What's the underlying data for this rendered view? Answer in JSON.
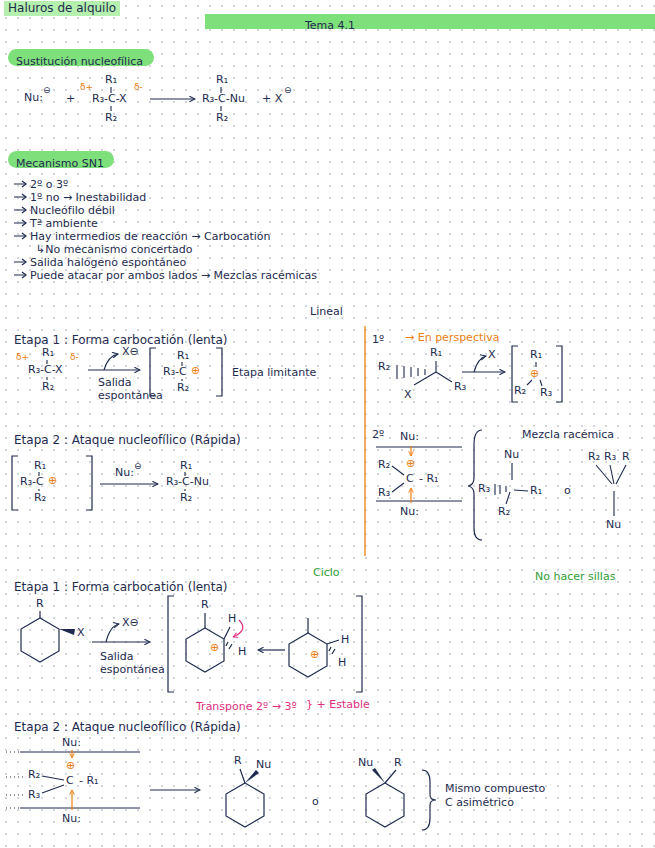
{
  "diagram": {
    "title": "Haluros de alquilo",
    "nodes": [
      {
        "text": [
          "Tema 4.1"
        ]
      },
      {
        "text": [
          "Sustitución nucleofílica"
        ]
      },
      {
        "text": [
          "Mecanismo SN1"
        ]
      }
    ],
    "labels": [
      "Nu:",
      "⊖",
      "+",
      "δ+",
      "R₁",
      "R₃-C-X",
      "δ-",
      "R₂",
      "R₁",
      "R₃-C-Nu",
      "R₂",
      "+ X",
      "⊖",
      "2º o 3º",
      "1º no → Inestabilidad",
      "Nucleófilo débil",
      "Tª ambiente",
      "Hay intermedios de reacción → Carbocatión",
      "↳No mecanismo concertado",
      "Salida halógeno espontáneo",
      "Puede atacar por ambos lados → Mezclas racémicas",
      "Lineal",
      "Etapa 1 : Forma carbocatión (lenta)",
      "δ+",
      "R₁",
      "R₃-C-X",
      "δ-",
      "R₂",
      "X⊖",
      "Salida espontánea",
      "R₁",
      "R₃-C",
      "⊕",
      "R₂",
      "Etapa limitante",
      "1º",
      "→ En perspectiva",
      "R₁",
      "R₂",
      "X",
      "R₃",
      "X",
      "R₁",
      "⊕",
      "R₂",
      "R₃",
      "Etapa 2 : Ataque nucleofílico (Rápida)",
      "R₁",
      "R₃-C",
      "⊕",
      "R₂",
      "Nu:",
      "⊖",
      "R₁",
      "R₃-C-Nu",
      "R₂",
      "2º",
      "Nu:",
      "⊕",
      "R₂",
      "C",
      "- R₁",
      "R₃",
      "Nu:",
      "Mezcla racémica",
      "Nu",
      "R₃",
      "R₂",
      "R₁",
      "o",
      "R₂",
      "R₃",
      "R",
      "Nu",
      "Ciclo",
      "No hacer sillas",
      "Etapa 1 : Forma carbocatión (lenta)",
      "R",
      "X",
      "X⊖",
      "Salida espontánea",
      "R",
      "H",
      "⊕",
      "H",
      "⊕",
      "H",
      "H",
      "Transpone 2º → 3º",
      "} + Estable",
      "Etapa 2 : Ataque nucleofílico (Rápida)",
      "Nu:",
      "⊕",
      "R₂",
      "C",
      "- R₁",
      "R₃",
      "Nu:",
      "R",
      "Nu",
      "o",
      "Nu",
      "R",
      "Mismo compuesto",
      "C asimétrico"
    ]
  }
}
